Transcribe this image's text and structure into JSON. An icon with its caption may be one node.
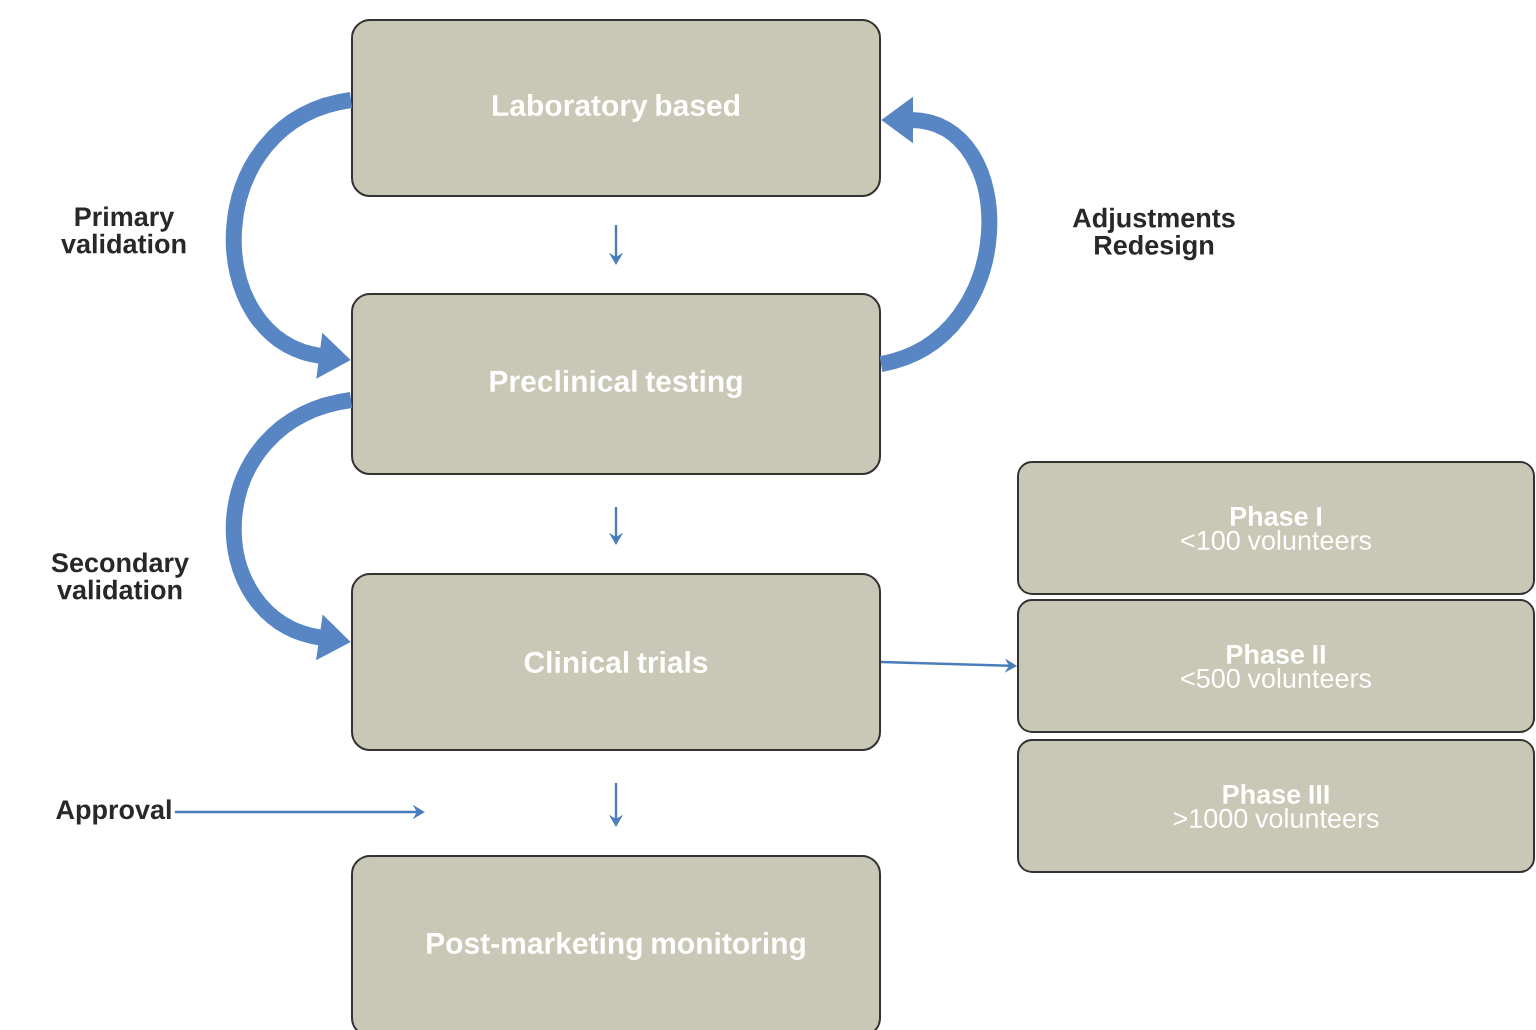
{
  "diagram": {
    "nodes": [
      {
        "text": [
          "Laboratory based"
        ]
      },
      {
        "text": [
          "Preclinical testing"
        ]
      },
      {
        "text": [
          "Clinical trials"
        ]
      },
      {
        "text": [
          "Post-marketing monitoring"
        ]
      },
      {
        "text": [
          "Phase I",
          "<100 volunteers"
        ]
      },
      {
        "text": [
          "Phase II",
          "<500 volunteers"
        ]
      },
      {
        "text": [
          "Phase III",
          ">1000 volunteers"
        ]
      },
      {
        "text": [
          "Approval"
        ]
      }
    ],
    "edges": [
      {
        "from": 0,
        "to": 1,
        "arrow": "to"
      },
      {
        "from": 1,
        "to": 2,
        "arrow": "to"
      },
      {
        "from": 2,
        "to": 3,
        "arrow": "to"
      },
      {
        "from": 0,
        "to": 1,
        "arrow": "to",
        "label": "Primary validation",
        "style": "thick"
      },
      {
        "from": 1,
        "to": 0,
        "arrow": "to",
        "label": "Adjustments Redesign",
        "style": "thick"
      },
      {
        "from": 1,
        "to": 2,
        "arrow": "to",
        "label": "Secondary validation",
        "style": "thick"
      },
      {
        "from": 7,
        "to": null,
        "arrow": "to"
      },
      {
        "from": 2,
        "to": 5,
        "arrow": "to"
      }
    ]
  }
}
